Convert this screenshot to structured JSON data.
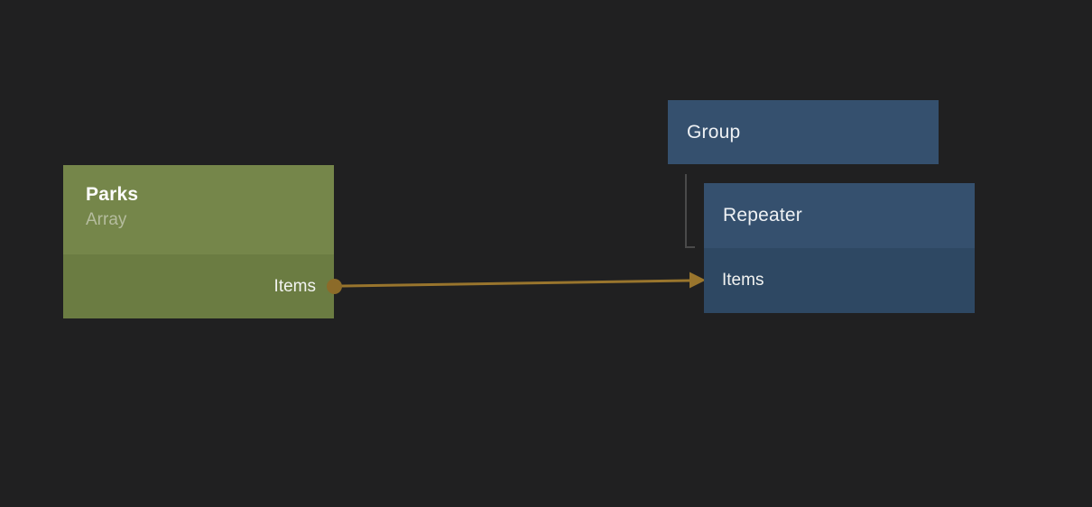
{
  "app": {
    "background": "#202021"
  },
  "colors": {
    "connector": "#99752d",
    "port_dot": "#8c6b29",
    "hierarchy_line": "#4a4a4a",
    "parks_header": "#75864a",
    "parks_row": "#6b7c42",
    "parks_subtitle": "#b5bc9e",
    "blue_node": "#35506e",
    "blue_row": "#2e4863"
  },
  "nodes": {
    "parks": {
      "title": "Parks",
      "subtitle": "Array",
      "output_port_label": "Items"
    },
    "group": {
      "title": "Group"
    },
    "repeater": {
      "title": "Repeater",
      "input_row_label": "Items"
    }
  },
  "connection": {
    "source": "Parks.Items",
    "target": "Repeater.Items"
  }
}
